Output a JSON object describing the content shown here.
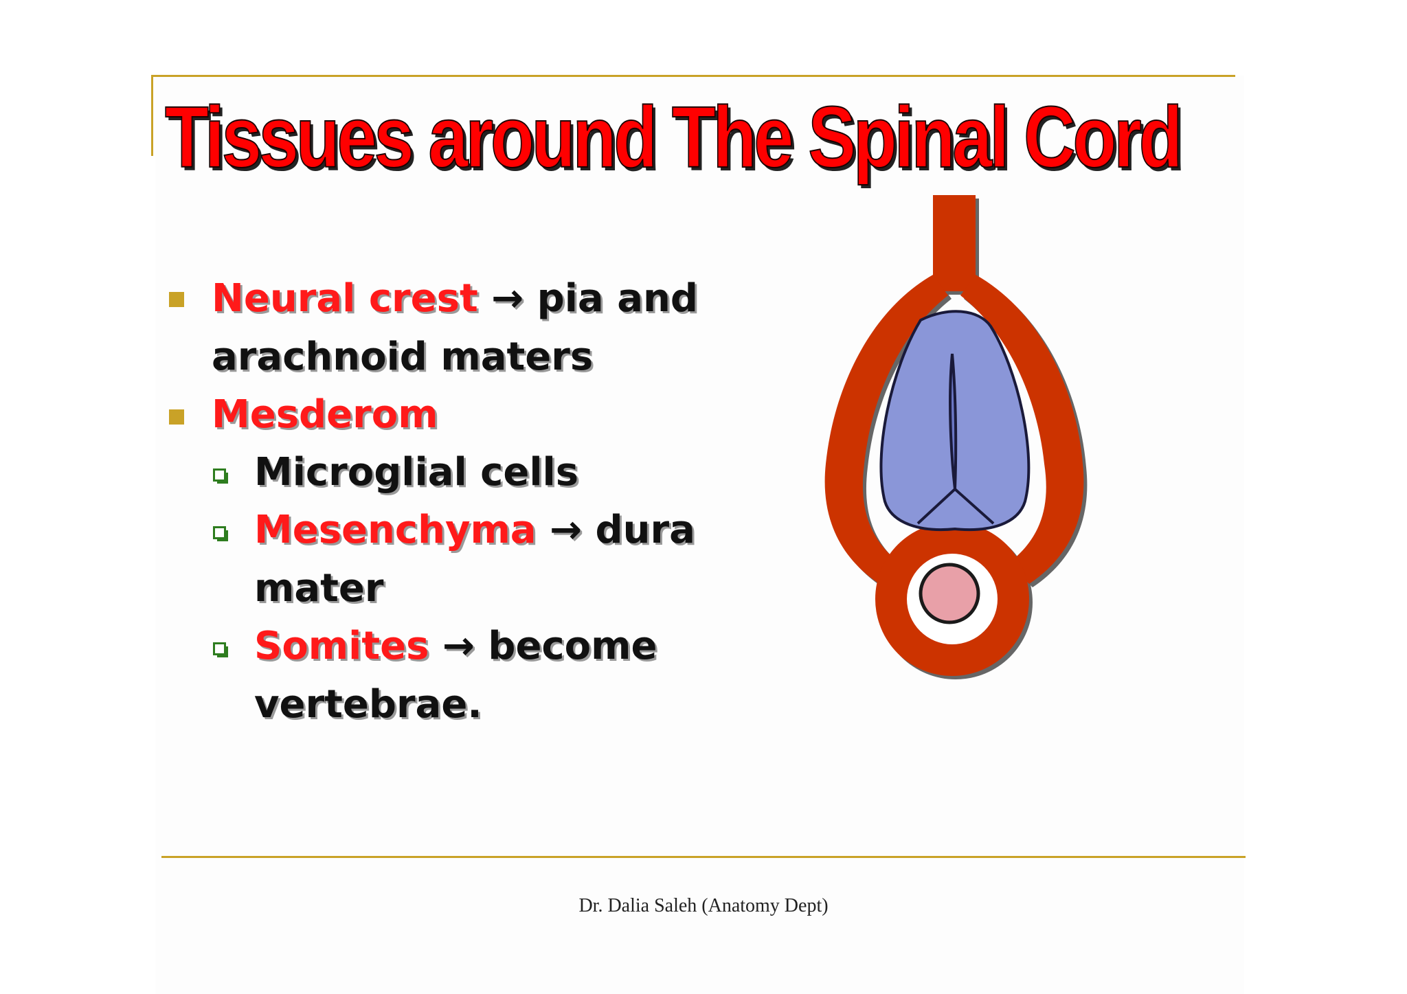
{
  "slide": {
    "title": "Tissues around The Spinal Cord",
    "footer": "Dr. Dalia Saleh (Anatomy Dept)"
  },
  "bullets": [
    {
      "level": 1,
      "red_text": "Neural crest",
      "arrow": "→",
      "rest_text": "pia and",
      "continuation": "arachnoid maters"
    },
    {
      "level": 1,
      "red_text": "Mesderom"
    },
    {
      "level": 2,
      "text": "Microglial cells"
    },
    {
      "level": 2,
      "red_text": "Mesenchyma",
      "arrow": "→",
      "rest_text": "dura",
      "continuation": "mater"
    },
    {
      "level": 2,
      "red_text": "Somites",
      "arrow": "→",
      "rest_text": "become",
      "continuation": "vertebrae."
    }
  ],
  "colors": {
    "accent_gold": "#c9a227",
    "title_red": "#ff0000",
    "highlight_red": "#ff1a1a",
    "sub_bullet_green": "#2e7d1f",
    "vertebra_orange": "#cc3300",
    "spinal_cord_blue": "#8a96d8",
    "notochord_pink": "#e8a0a8"
  },
  "icons": {
    "level1_marker": "square-bullet-icon",
    "level2_marker": "shadowed-box-bullet-icon",
    "arrow": "right-arrow-icon"
  }
}
